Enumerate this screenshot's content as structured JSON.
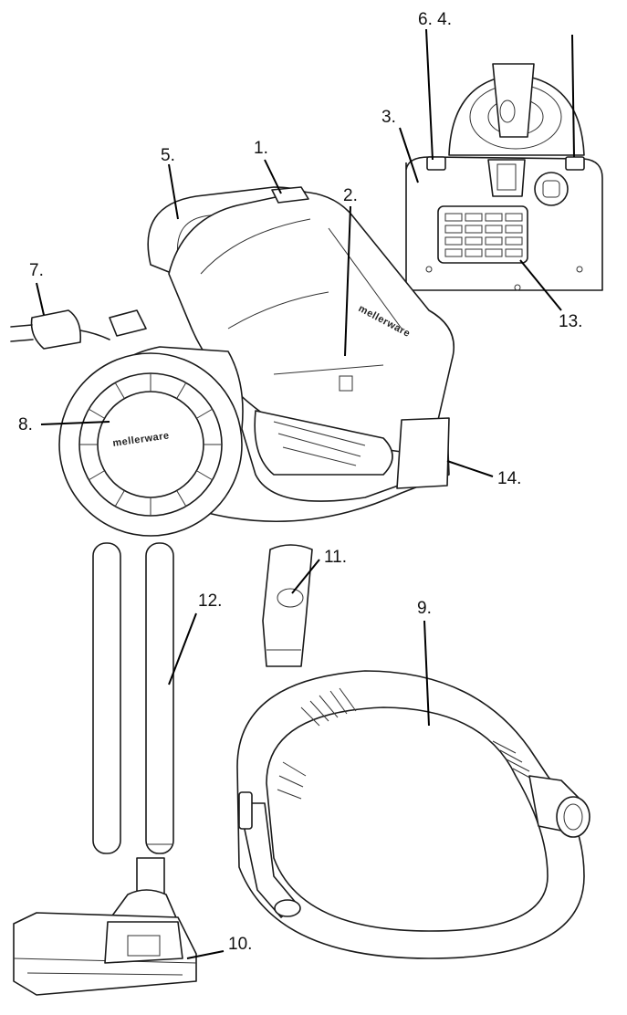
{
  "brand": "mellerware",
  "labels": {
    "l1": "1.",
    "l2": "2.",
    "l3": "3.",
    "l5": "5.",
    "l6_4": "6. 4.",
    "l7": "7.",
    "l8": "8.",
    "l9": "9.",
    "l10": "10.",
    "l11": "11.",
    "l12": "12.",
    "l13": "13.",
    "l14": "14."
  }
}
